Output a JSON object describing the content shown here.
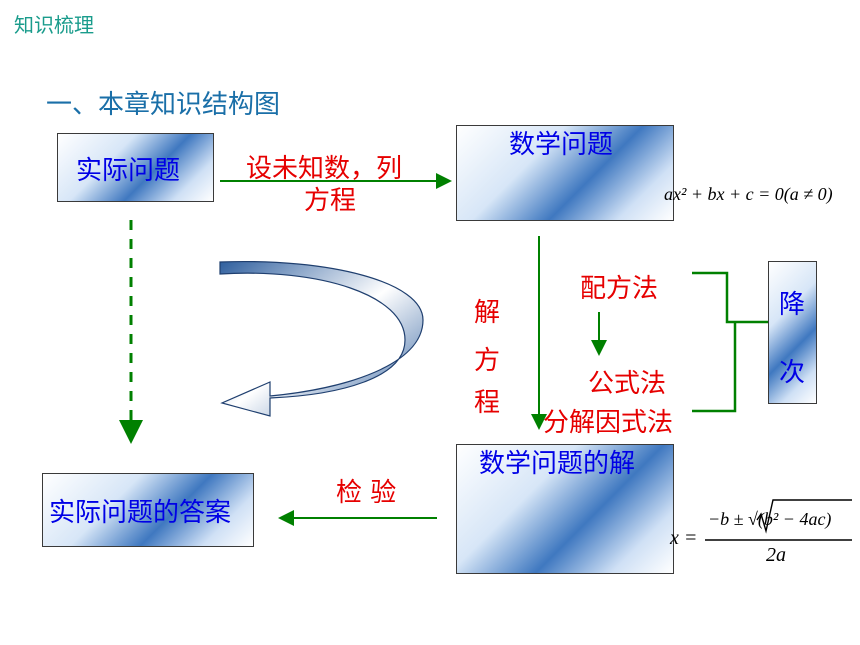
{
  "header": {
    "title": "知识梳理"
  },
  "section": {
    "title": "一、本章知识结构图"
  },
  "nodes": {
    "practical_problem": "实际问题",
    "math_problem": "数学问题",
    "math_solution": "数学问题的解",
    "practical_answer": "实际问题的答案",
    "reduce_order": [
      "降",
      "次"
    ]
  },
  "labels": {
    "set_unknown_line1": "设未知数，列",
    "set_unknown_line2": "方程",
    "solve_equation": [
      "解",
      "方",
      "程"
    ],
    "verify": "检 验",
    "complete_square": "配方法",
    "formula_method": "公式法",
    "factoring": "分解因式法"
  },
  "formulas": {
    "general_form": "ax² + bx + c = 0(a ≠ 0)",
    "root_lhs": "x =",
    "root_numerator": "−b ± √(b² − 4ac)",
    "root_denominator": "2a"
  },
  "colors": {
    "header": "#1a9c8c",
    "section": "#1a6fa8",
    "node_text": "#0000e6",
    "label_red": "#e60000",
    "arrow_green": "#008000"
  }
}
